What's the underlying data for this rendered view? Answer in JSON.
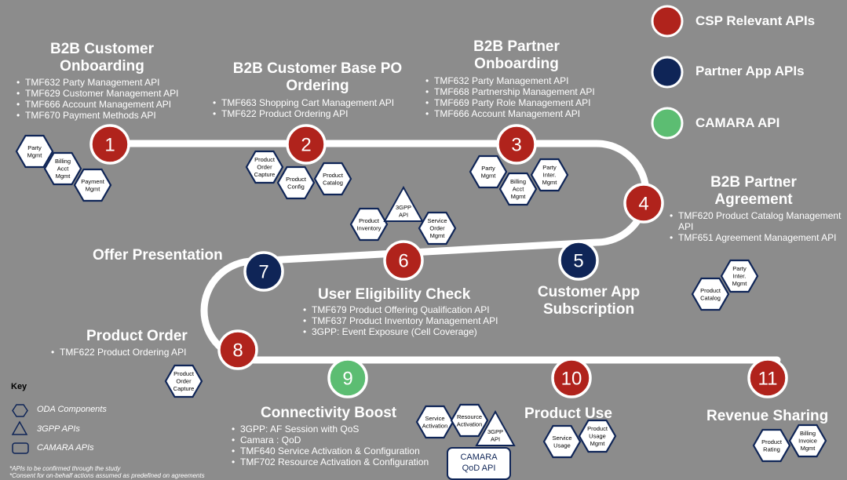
{
  "colors": {
    "csp": "#b0231c",
    "partner": "#0f2557",
    "camara": "#5cbd72",
    "background": "#8c8c8c"
  },
  "legend": [
    {
      "label": "CSP Relevant APIs",
      "type": "csp"
    },
    {
      "label": "Partner App APIs",
      "type": "partner"
    },
    {
      "label": "CAMARA API",
      "type": "camara"
    }
  ],
  "steps": [
    {
      "num": "1",
      "type": "csp"
    },
    {
      "num": "2",
      "type": "csp"
    },
    {
      "num": "3",
      "type": "csp"
    },
    {
      "num": "4",
      "type": "csp"
    },
    {
      "num": "5",
      "type": "partner"
    },
    {
      "num": "6",
      "type": "csp"
    },
    {
      "num": "7",
      "type": "partner"
    },
    {
      "num": "8",
      "type": "csp"
    },
    {
      "num": "9",
      "type": "camara"
    },
    {
      "num": "10",
      "type": "csp"
    },
    {
      "num": "11",
      "type": "csp"
    }
  ],
  "sections": [
    {
      "title": [
        "B2B Customer",
        "Onboarding"
      ],
      "apis": [
        "TMF632 Party Management API",
        "TMF629 Customer Management API",
        "TMF666 Account Management API",
        "TMF670 Payment Methods API"
      ]
    },
    {
      "title": [
        "B2B Customer Base PO",
        "Ordering"
      ],
      "apis": [
        "TMF663 Shopping Cart Management API",
        "TMF622 Product Ordering API"
      ]
    },
    {
      "title": [
        "B2B Partner",
        "Onboarding"
      ],
      "apis": [
        "TMF632 Party Management API",
        "TMF668 Partnership Management API",
        "TMF669 Party Role Management API",
        "TMF666 Account Management API"
      ]
    },
    {
      "title": [
        "B2B Partner",
        "Agreement"
      ],
      "apis": [
        "TMF620 Product Catalog Management API",
        "TMF651 Agreement Management API"
      ]
    },
    {
      "title": [
        "Customer App",
        "Subscription"
      ],
      "apis": []
    },
    {
      "title": [
        "User Eligibility Check"
      ],
      "apis": [
        "TMF679 Product Offering Qualification API",
        "TMF637 Product Inventory Management API",
        "3GPP: Event Exposure (Cell Coverage)"
      ]
    },
    {
      "title": [
        "Offer Presentation"
      ],
      "apis": []
    },
    {
      "title": [
        "Product Order"
      ],
      "apis": [
        "TMF622 Product Ordering API"
      ]
    },
    {
      "title": [
        "Connectivity Boost"
      ],
      "apis": [
        "3GPP: AF Session with QoS",
        "Camara : QoD",
        "TMF640 Service Activation & Configuration",
        "TMF702 Resource Activation & Configuration"
      ]
    },
    {
      "title": [
        "Product Use"
      ],
      "apis": []
    },
    {
      "title": [
        "Revenue Sharing"
      ],
      "apis": []
    }
  ],
  "components": [
    {
      "lines": [
        "Party",
        "Mgmt"
      ]
    },
    {
      "lines": [
        "Billing",
        "Acct",
        "Mgmt"
      ]
    },
    {
      "lines": [
        "Payment",
        "Mgmt"
      ]
    },
    {
      "lines": [
        "Product",
        "Order",
        "Capture"
      ]
    },
    {
      "lines": [
        "Product",
        "Config"
      ]
    },
    {
      "lines": [
        "Product",
        "Catalog"
      ]
    },
    {
      "lines": [
        "Party",
        "Mgmt"
      ]
    },
    {
      "lines": [
        "Billing",
        "Acct",
        "Mgmt"
      ]
    },
    {
      "lines": [
        "Party",
        "Inter.",
        "Mgmt"
      ]
    },
    {
      "lines": [
        "Product",
        "Inventory"
      ]
    },
    {
      "lines": [
        "Service",
        "Order",
        "Mgmt"
      ]
    },
    {
      "lines": [
        "Party",
        "Inter.",
        "Mgmt"
      ]
    },
    {
      "lines": [
        "Product",
        "Catalog"
      ]
    },
    {
      "lines": [
        "Product",
        "Order",
        "Capture"
      ]
    },
    {
      "lines": [
        "Service",
        "Activation"
      ]
    },
    {
      "lines": [
        "Resource",
        "Activation"
      ]
    },
    {
      "lines": [
        "Service",
        "Usage"
      ]
    },
    {
      "lines": [
        "Product",
        "Usage",
        "Mgmt"
      ]
    },
    {
      "lines": [
        "Product",
        "Rating"
      ]
    },
    {
      "lines": [
        "Billing",
        "Invoice",
        "Mgmt"
      ]
    }
  ],
  "gpp_apis": [
    {
      "lines": [
        "3GPP",
        "API"
      ]
    },
    {
      "lines": [
        "3GPP",
        "API"
      ]
    }
  ],
  "camara_box": {
    "lines": [
      "CAMARA",
      "QoD API"
    ]
  },
  "key": {
    "title": "Key",
    "items": [
      {
        "label": "ODA Components",
        "shape": "hexagon"
      },
      {
        "label": "3GPP APIs",
        "shape": "triangle"
      },
      {
        "label": "CAMARA APIs",
        "shape": "rounded-rectangle"
      }
    ]
  },
  "footnotes": [
    "*APIs to be confirmed through the study",
    "*Consent for on-behalf actions assumed as predefined on agreements"
  ]
}
